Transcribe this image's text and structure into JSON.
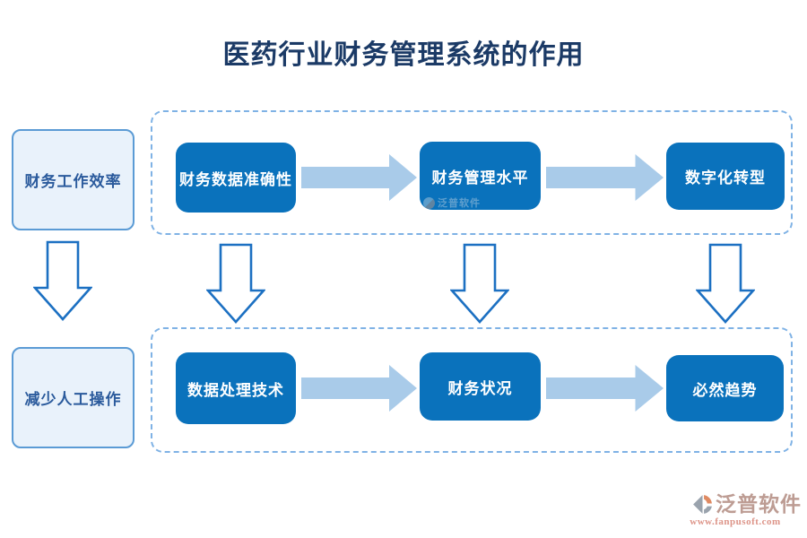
{
  "title": "医药行业财务管理系统的作用",
  "left_column": {
    "top_box": "财务工作效率",
    "bottom_box": "减少人工操作"
  },
  "rows": [
    {
      "boxes": [
        "财务数据准确性",
        "财务管理水平",
        "数字化转型"
      ]
    },
    {
      "boxes": [
        "数据处理技术",
        "财务状况",
        "必然趋势"
      ]
    }
  ],
  "watermark": {
    "text": "泛普软件"
  },
  "logo": {
    "name": "泛普软件",
    "url": "www.fanpusoft.com"
  },
  "colors": {
    "title_text": "#1b3a66",
    "step_box_fill": "#0a72bc",
    "step_box_text": "#ffffff",
    "side_box_fill": "#e9f2fb",
    "side_box_border": "#5b9bd5",
    "side_box_text": "#2a5a9c",
    "group_dashed_border": "#7fb2e5",
    "block_arrow_fill": "#a9cbe9",
    "hollow_arrow_stroke": "#1c70c2",
    "logo_name_text": "#bd9c93",
    "logo_url_text": "#dd9488"
  }
}
